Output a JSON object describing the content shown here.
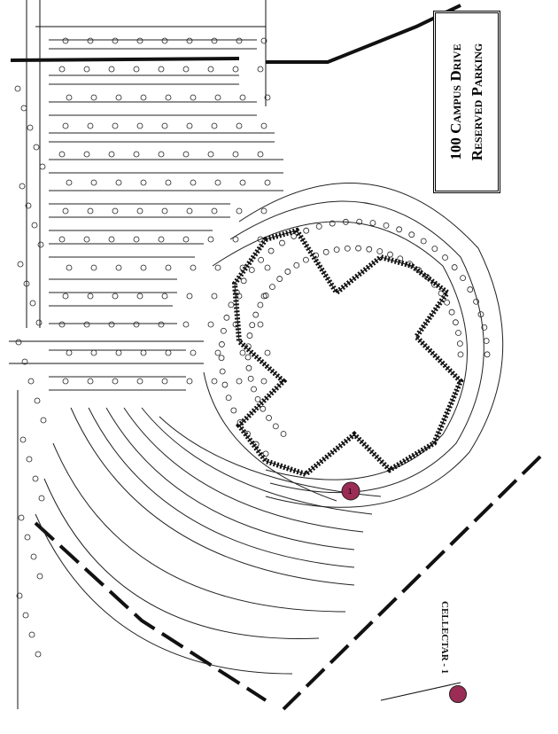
{
  "title": {
    "line1": "100 Campus Drive",
    "line2": "Reserved Parking"
  },
  "legend": {
    "label": "CELLECTAR - 1",
    "marker_color": "#9b2c55"
  },
  "spot_marker": {
    "label": "1",
    "color": "#9b2c55"
  }
}
